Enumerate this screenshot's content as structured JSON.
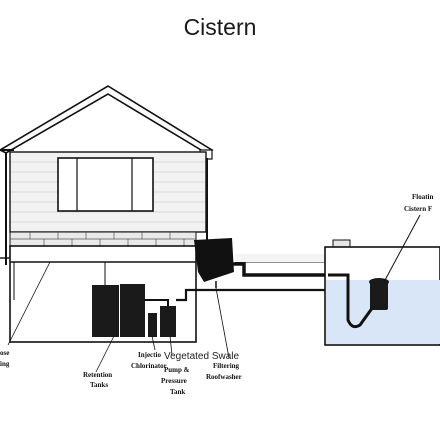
{
  "slide": {
    "title": "Cistern"
  },
  "diagram": {
    "labels": {
      "floating_cistern_filter_line1": "Floatin",
      "floating_cistern_filter_line2": "Cistern F",
      "hose_bib_line1": "ose",
      "hose_bib_line2": "ing",
      "retention_tanks_line1": "Retention",
      "retention_tanks_line2": "Tanks",
      "injection_chlorinator_line1": "Injectio",
      "injection_chlorinator_line2": "Chlorinator",
      "pump_pressure_tank_line1": "Pump &",
      "pump_pressure_tank_line2": "Pressure",
      "pump_pressure_tank_line3": "Tank",
      "filtering_roofwasher_line1": "Filtering",
      "filtering_roofwasher_line2": "Roofwasher"
    },
    "overlay_text": "Vegetated Swale",
    "colors": {
      "water": "#d8e6f7",
      "ink": "#111111",
      "siding": "#f2f2f2"
    }
  }
}
